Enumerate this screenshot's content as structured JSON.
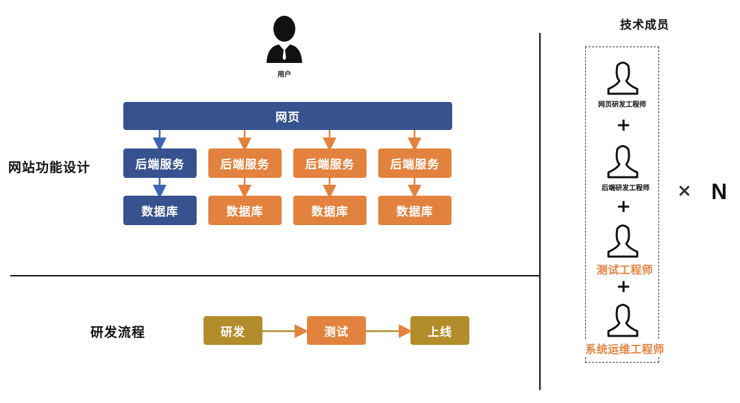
{
  "user": {
    "label": "用户",
    "icon": "user-business-icon"
  },
  "web_design": {
    "section_label": "网站功能设计",
    "webpage": "网页",
    "stacks": [
      {
        "backend": "后端服务",
        "database": "数据库",
        "color": "#36528f"
      },
      {
        "backend": "后端服务",
        "database": "数据库",
        "color": "#e3823f"
      },
      {
        "backend": "后端服务",
        "database": "数据库",
        "color": "#e3823f"
      },
      {
        "backend": "后端服务",
        "database": "数据库",
        "color": "#e3823f"
      }
    ]
  },
  "dev_process": {
    "section_label": "研发流程",
    "steps": [
      "研发",
      "测试",
      "上线"
    ],
    "step_colors": [
      "#b38d2c",
      "#e3823f",
      "#b38d2c"
    ]
  },
  "team": {
    "title": "技术成员",
    "members": [
      {
        "role": "网页研发工程师",
        "highlight": false
      },
      {
        "role": "后端研发工程师",
        "highlight": false
      },
      {
        "role": "测试工程师",
        "highlight": true
      },
      {
        "role": "系统运维工程师",
        "highlight": true
      }
    ],
    "plus": "+",
    "multiplier": "×",
    "count": "N"
  },
  "colors": {
    "blue": "#36528f",
    "orange": "#e3823f",
    "gold": "#b38d2c"
  }
}
